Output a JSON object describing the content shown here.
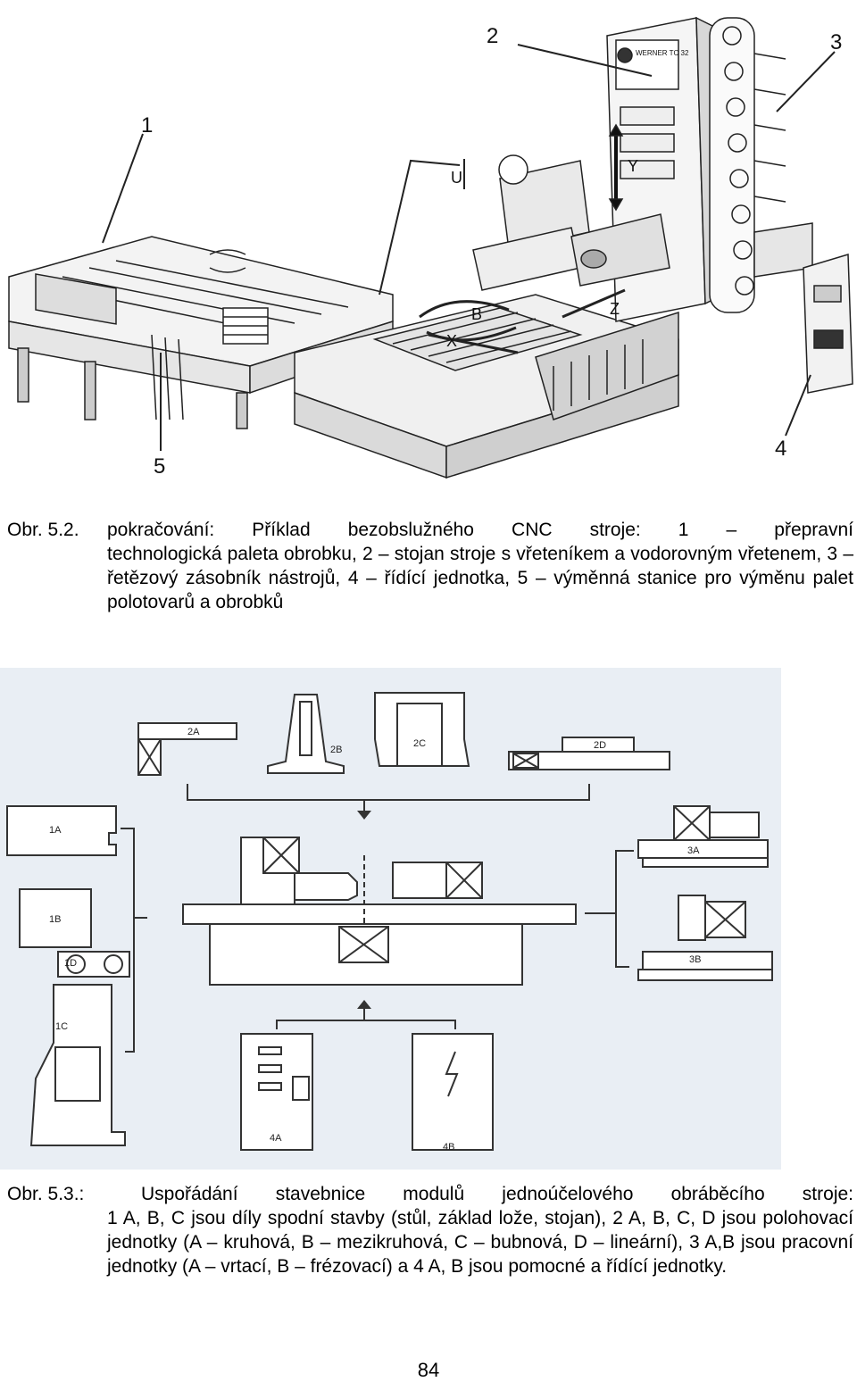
{
  "figure1": {
    "callouts": [
      "1",
      "2",
      "3",
      "4",
      "5"
    ],
    "axis_labels": [
      "U",
      "Y",
      "B",
      "Z",
      "X"
    ],
    "machine_badge": "WERNER TC 32"
  },
  "caption1": {
    "label": "Obr.  5.2.",
    "text_first_line": "pokračování: Příklad bezobslužného CNC stroje: 1 – přepravní",
    "text_rest": "technologická paleta obrobku, 2 – stojan stroje s vřeteníkem a vodorovným vřetenem, 3 – řetězový zásobník nástrojů, 4 – řídící jednotka, 5 – výměnná stanice pro výměnu palet polotovarů a obrobků"
  },
  "figure2": {
    "module_labels": {
      "m2A": "2A",
      "m2B": "2B",
      "m2C": "2C",
      "m2D": "2D",
      "m1A": "1A",
      "m1B": "1B",
      "m1D": "1D",
      "m1C": "1C",
      "m3A": "3A",
      "m3B": "3B",
      "m4A": "4A",
      "m4B": "4B"
    }
  },
  "caption2": {
    "label": "Obr.  5.3.:",
    "text_first_line": "Uspořádání stavebnice modulů jednoúčelového obráběcího stroje:",
    "text_rest": "1 A, B, C jsou díly spodní stavby (stůl, základ lože, stojan), 2 A, B, C, D jsou polohovací jednotky (A – kruhová, B – mezikruhová, C – bubnová, D – lineární), 3 A,B jsou pracovní jednotky (A – vrtací, B – frézovací) a 4 A, B jsou pomocné a řídící jednotky."
  },
  "page_number": "84"
}
